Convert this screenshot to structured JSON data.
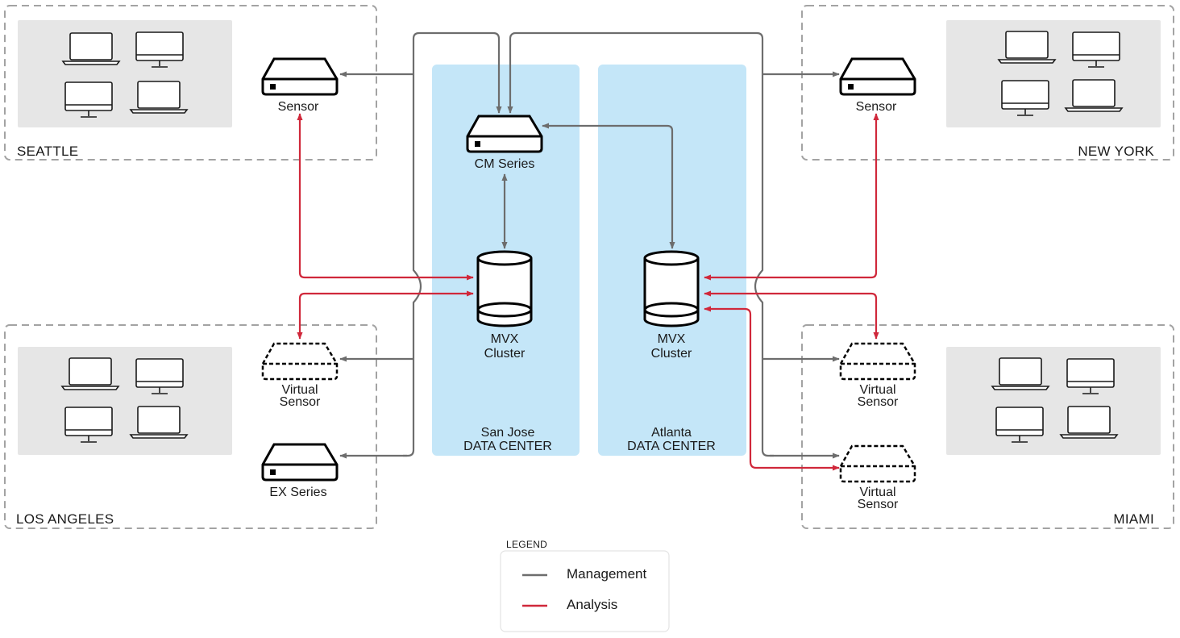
{
  "sites": {
    "seattle": "SEATTLE",
    "new_york": "NEW YORK",
    "los_angeles": "LOS ANGELES",
    "miami": "MIAMI"
  },
  "datacenters": {
    "san_jose": {
      "name": "San Jose",
      "type": "DATA CENTER"
    },
    "atlanta": {
      "name": "Atlanta",
      "type": "DATA CENTER"
    }
  },
  "devices": {
    "seattle_sensor": "Sensor",
    "new_york_sensor": "Sensor",
    "cm_series": "CM Series",
    "sj_mvx": {
      "line1": "MVX",
      "line2": "Cluster"
    },
    "atl_mvx": {
      "line1": "MVX",
      "line2": "Cluster"
    },
    "la_virtual_sensor": {
      "line1": "Virtual",
      "line2": "Sensor"
    },
    "la_ex_series": "EX Series",
    "miami_virtual_sensor_1": {
      "line1": "Virtual",
      "line2": "Sensor"
    },
    "miami_virtual_sensor_2": {
      "line1": "Virtual",
      "line2": "Sensor"
    }
  },
  "legend": {
    "title": "LEGEND",
    "items": [
      {
        "label": "Management",
        "color": "#6d6d6d"
      },
      {
        "label": "Analysis",
        "color": "#d0283b"
      }
    ]
  },
  "colors": {
    "management": "#6d6d6d",
    "analysis": "#d0283b",
    "datacenter_fill": "#c4e6f8",
    "endpoint_group_fill": "#e6e6e6"
  },
  "icons": [
    "laptop-icon",
    "monitor-icon",
    "appliance-icon",
    "virtual-appliance-icon",
    "database-cylinder-icon"
  ]
}
